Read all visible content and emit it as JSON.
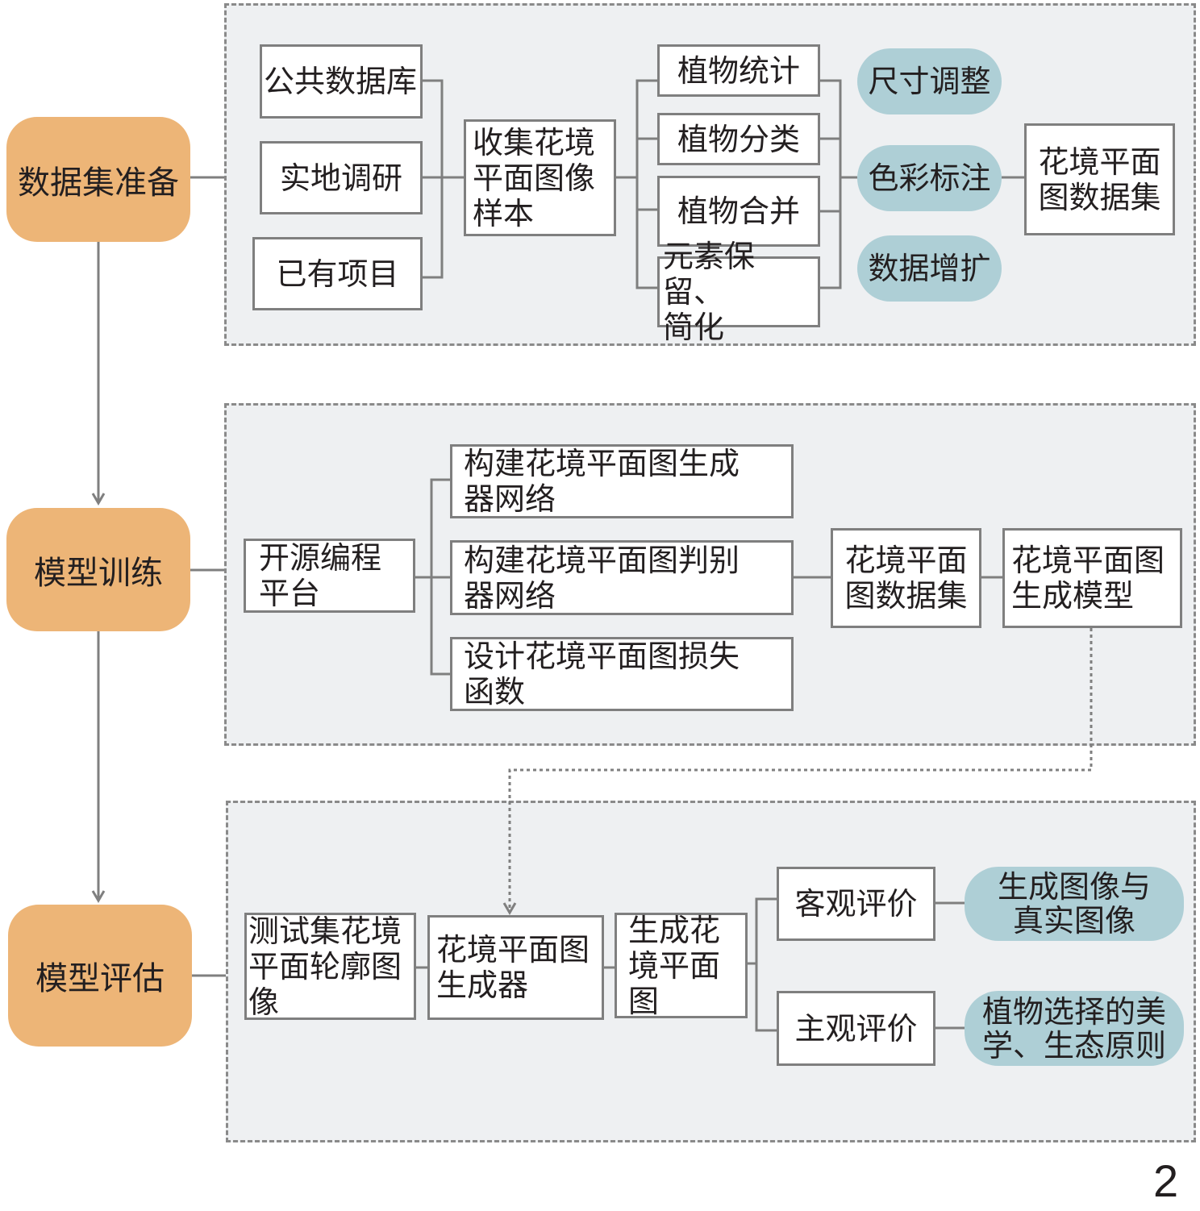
{
  "stages": [
    "数据集准备",
    "模型训练",
    "模型评估"
  ],
  "prep": {
    "sources": [
      "公共数据库",
      "实地调研",
      "已有项目"
    ],
    "collect": "收集花境\n平面图像\n样本",
    "process": [
      "植物统计",
      "植物分类",
      "植物合并",
      "元素保留、\n简化"
    ],
    "ops": [
      "尺寸调整",
      "色彩标注",
      "数据增扩"
    ],
    "dataset": "花境平面\n图数据集"
  },
  "train": {
    "platform": "开源编程\n平台",
    "steps": [
      "构建花境平面图生成\n器网络",
      "构建花境平面图判别\n器网络",
      "设计花境平面图损失\n函数"
    ],
    "dataset": "花境平面\n图数据集",
    "model": "花境平面图\n生成模型"
  },
  "eval": {
    "input": "测试集花境\n平面轮廓图\n像",
    "generator": "花境平面图\n生成器",
    "output": "生成花\n境平面\n图",
    "methods": [
      "客观评价",
      "主观评价"
    ],
    "criteria": [
      "生成图像与\n真实图像",
      "植物选择的美\n学、生态原则"
    ]
  },
  "figure_label": "2",
  "colors": {
    "stage": "#edb577",
    "pill": "#aecfd6",
    "panel": "#eef0f2",
    "line": "#7f7f7f"
  }
}
